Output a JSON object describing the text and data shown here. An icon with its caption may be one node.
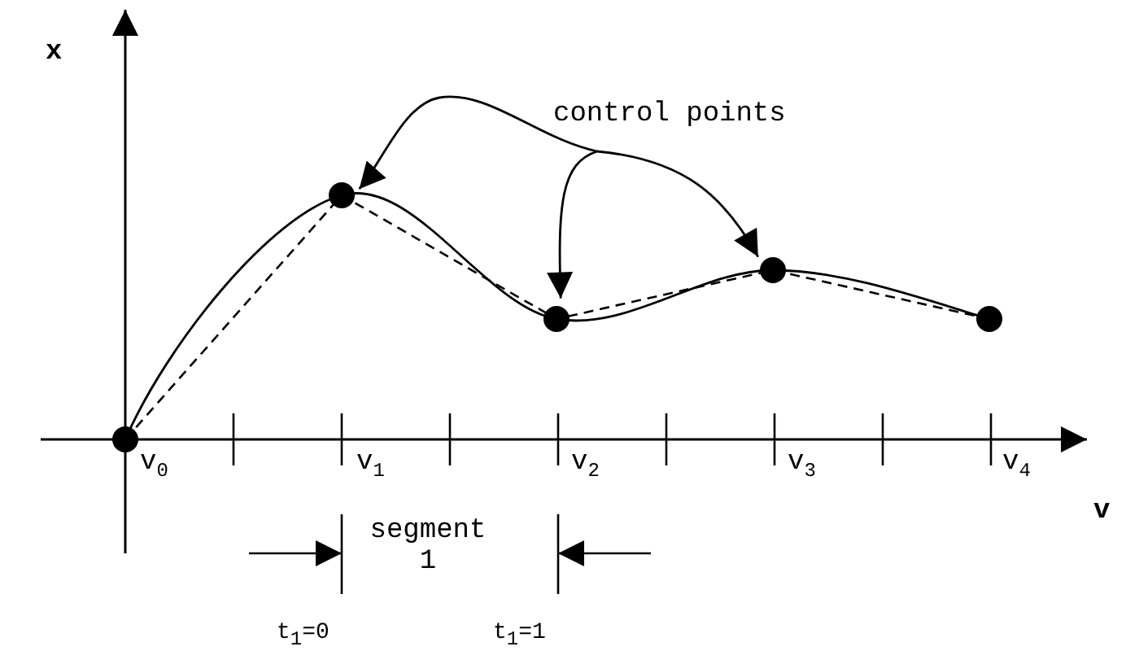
{
  "diagram": {
    "nodes": [
      {
        "text": [
          "control points"
        ]
      },
      {
        "text": [],
        "shape": "circle"
      },
      {
        "text": [],
        "shape": "circle"
      },
      {
        "text": [],
        "shape": "circle"
      },
      {
        "text": [],
        "shape": "circle"
      },
      {
        "text": [],
        "shape": "circle"
      }
    ],
    "edges": [
      {
        "from": 0,
        "to": 2,
        "arrow": "to"
      },
      {
        "from": 0,
        "to": 3,
        "arrow": "to"
      },
      {
        "from": 0,
        "to": 4,
        "arrow": "to"
      }
    ],
    "labels": [
      "x",
      "v$_{0}$",
      "v$_{1}$",
      "v$_{2}$",
      "v$_{3}$",
      "v$_{4}$",
      "v",
      "segment 1",
      "t$_{1}$=0",
      "t$_{1}$=1"
    ]
  }
}
